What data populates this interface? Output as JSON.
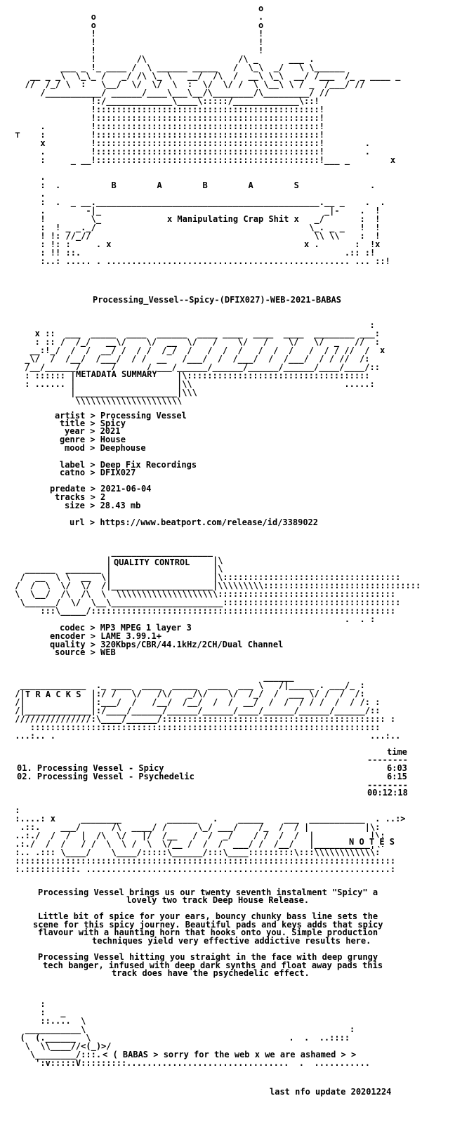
{
  "header_art": [
    "                                                 o",
    "                o                                .",
    "                o                                o",
    "                !                                !",
    "                !                                !",
    "                !                                !",
    "                !        /\\                  /\\ _      ___ .",
    "          ___ _ !_ ____ /  \\ ______ _____   /  \\_\\  _/   \\ \\______",
    "    __ _ _\\  \\_\\_ /   _/ /\\ \\_ \\   __/  /\\  /  __\\ \\_\\  __/ /___  /_ _ ____ _",
    "   //  /_/ \\  :   \\__/  \\/  \\/  \\  :  \\/  \\/ /  \\ \\__\\ \\ / _  /___/ //",
    "      /___________/ ______/____\\___\\__/\\________/\\_________/ //",
    "                !:/_____________\\____\\:::::/_____________\\::!",
    "                !::::::::::::::::::::::::::::::::::::::::::::!",
    "                !::::::::::::::::::::::::::::::::::::::::::::!",
    "      .         !::::::::::::::::::::::::::::::::::::::::::::!",
    " ⊤    :         !::::::::::::::::::::::::::::::::::::::::::::!",
    "      x         !::::::::::::::::::::::::::::::::::::::::::::!        .",
    "      .         !::::::::::::::::::::::::::::::::::::::::::::!        .",
    "      :     _ __!::::::::::::::::::::::::::::::::::::::::::::!___ _        x",
    "",
    "      .",
    "      :  .          B        A        B        A        S              .",
    "      .",
    "      :  .  _ __.____________________________________________.__ _    .  .",
    "      .        -|_                                            _|-    .  !",
    "      !         \\_             x Manipulating Crap Shit x   _/       :  !",
    "      :  ! _ _._/                                          \\_. _ _   !  !",
    "      ! !: //_//                                            \\\\ \\\\    :  !",
    "      : !: :     . x                                      x .       :  !x",
    "      : !! ::.                                                    .:: :!",
    "      :..: ..... . ................................................ ... ::!"
  ],
  "release_name": "Processing_Vessel--Spicy-(DFIX027)-WEB-2021-BABAS",
  "metadata_art": [
    "                                                                     :",
    "   x ::  ___  _____  ____  ______  ____ ____  ____  ____  ________ ___:",
    "   : :: /  /_/   __\\/    \\/  __  \\/   /    \\/   /    \\/   \\/  _   //  :",
    "  __:!_/  /  /  __/ /  / /  /_/  /   /  /  /   /  /  /   /  / / //  /  x",
    " _\\/  /  /__/  /___/  / /  __   /___/  /  /___/  /  /___/  / / //  /:",
    " /__/______/______/______/____/______/______/______/______/____/____/::",
    " : :::::: |                    |\\::::::::::::::::::::::::::::::::::::",
    " : ...... |                    |\\\\                              .....:",
    "          |____________________|\\\\\\",
    "           \\\\\\\\\\\\\\\\\\\\\\\\\\\\\\\\\\\\\\\\\\"
  ],
  "metadata_title": "METADATA SUMMARY",
  "metadata": {
    "artist": "artist > Processing Vessel",
    "title": "title > Spicy",
    "year": "year > 2021",
    "genre": "genre > House",
    "mood": "mood > Deephouse",
    "label": "label > Deep Fix Recordings",
    "catno": "catno > DFIX027",
    "predate": "predate > 2021-06-04",
    "tracks": "tracks > 2",
    "size": "size > 28.43 mb",
    "url": "url > https://www.beatport.com/release/id/3389022"
  },
  "quality_art": [
    "                    ____________________",
    "                   |                    |\\",
    "   ______  _______ |                    |\\",
    "  /  __  \\ \\  __  \\|                    |\\:::::::::::::::::::::::::::::::::::",
    " /  /  \\  \\/  \\/  /|____________________|\\\\\\\\\\\\\\\\\\:::::::::::::::::::::::::::::::",
    " \\  \\__/  /\\  /\\  \\  \\\\\\\\\\\\\\\\\\\\\\\\\\\\\\\\\\\\\\\\:::::::::::::::::::::::::::::::::::",
    "  \\______/  \\/  \\__\\______________________:::::::::::::::::::::::::::::::::::",
    "      :::\\_____/::::::::::::::::::::::::::::::::::::::::::::::::::::::::::::",
    "                                                                  .  . :"
  ],
  "quality_title": "QUALITY CONTROL",
  "quality": {
    "codec": "codec > MP3 MPEG 1 layer 3",
    "encoder": "encoder > LAME 3.99.1+",
    "quality": "quality > 320Kbps/CBR/44.1kHz/2CH/Dual Channel",
    "source": "source > WEB"
  },
  "tracks_art": [
    "                                                  ______",
    "  _____________  ._ ____  ____  _____  ____  ___ \\   /|_____ . ___/_ :",
    " /|             |:/ /   \\/   /\\/   _/\\/    \\/  /_/  /  ___ \\/ /  /  /:",
    " /|             |:___/  /   /__/  /__/  /  /  __/  /  /  / / /  /  / /: :",
    " /|_____________|:/____/______/______/______/____/______/______/______/::",
    " ///////////////:\\____/______/:::::::::::::::::::::::::::::::::::::::::::: :",
    "    :::::::::::::::::::::::::::::::::::::::::::::::::::::::::::::::::::::",
    " ...:.. .                                                              ...:.."
  ],
  "tracks_title": "T R A C K S",
  "tracklist": {
    "time_header": "time",
    "rule1": "--------",
    "items": [
      {
        "label": "01. Processing Vessel - Spicy",
        "time": "6:03"
      },
      {
        "label": "02. Processing Vessel - Psychedelic",
        "time": "6:15"
      }
    ],
    "rule2": "--------",
    "total": "00:12:18"
  },
  "notes_art": [
    " :",
    " :....: x     ________         ______   .    _____    ___  ___________  . ..:>",
    "  .::.    ___/      /\\  ____/ /      \\_/ ___/    /_  /  / |           |\\:",
    " ..:./  /  /  |  /\\  \\/   |/  /__   /  /  _/    / /  /  /  |           |\\:",
    " .:./  /  /   / /  \\  \\ /  \\  \\/__ /  /  /  ___/ /  /__/   |___________|\\:",
    " :.. .::: \\____/    \\____/:::::\\______/:::\\____:::::::::\\:::\\\\\\\\\\\\\\\\\\\\\\\\:",
    " :::::::::::::::::::::::::::::::::::::::::::::::::::::::::::::::::::::::::::",
    " :.::::::::::. ............................................................:"
  ],
  "notes_title": "N O T E S",
  "notes": {
    "p1_l1": "Processing Vessel brings us our twenty seventh instalment \"Spicy\" a",
    "p1_l2": "lovely two track Deep House Release.",
    "p2_l1": "Little bit of spice for your ears, bouncy chunky bass line sets the",
    "p2_l2": "scene for this spicy journey. Beautiful pads and keys adds that spicy",
    "p2_l3": "flavour with a haunting horn that hooks onto you. Simple production",
    "p2_l4": "techniques yield very effective addictive results here.",
    "p3_l1": "Processing Vessel hitting you straight in the face with deep grungy",
    "p3_l2": "tech banger, infused with deep dark synths and float away pads this",
    "p3_l3": "track does have the psychedelic effect."
  },
  "footer_art": [
    "      :",
    "      :   _",
    "      ::....  \\",
    "   ___________\\                                                    :",
    "  (  (.______  \\                                       .  .  ..::::",
    "   \\  \\\\____//<(_)>/",
    "    \\________/:::.....",
    "     ':v:::::V:::::::::................................  .  ..........."
  ],
  "footer_tag": "< ( BABAS > sorry for the web x we are ashamed > >",
  "last_update": "last nfo update 20201224"
}
